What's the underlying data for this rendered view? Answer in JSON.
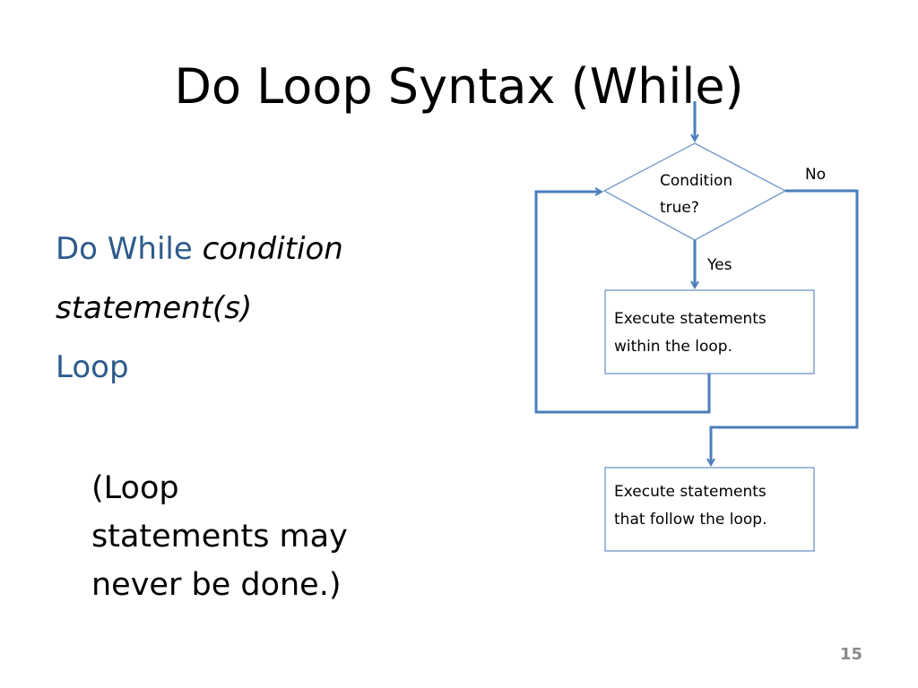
{
  "slide": {
    "title": "Do Loop Syntax (While)",
    "number": "15"
  },
  "code": {
    "line1_keyword": "Do While",
    "line1_param": "condition",
    "line2": "statement(s)",
    "line3": "Loop"
  },
  "note": {
    "lines": [
      "(Loop",
      "statements may",
      "never be done.)"
    ]
  },
  "flowchart": {
    "decision_lines": [
      "Condition",
      "true?"
    ],
    "no_label": "No",
    "yes_label": "Yes",
    "loop_box_lines": [
      "Execute statements",
      "within the loop."
    ],
    "after_box_lines": [
      "Execute statements",
      "that follow the loop."
    ],
    "colors": {
      "arrow": "#4a7ebb",
      "shape_border": "#6e96c8",
      "shape_fill": "#ffffff"
    }
  }
}
